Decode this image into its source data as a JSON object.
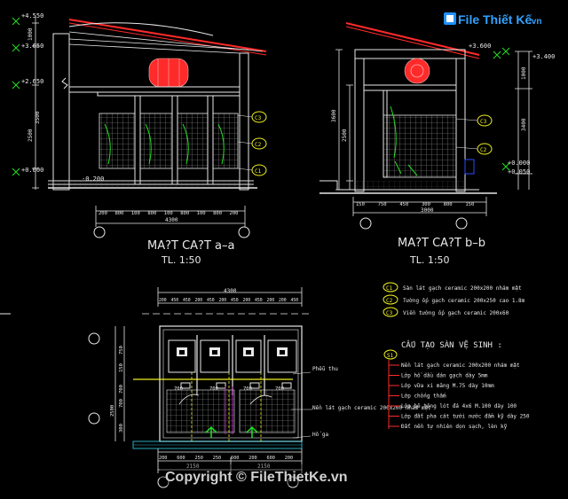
{
  "watermark": {
    "logo_text": "File Thiết Kế",
    "logo_suffix": ".vn",
    "footer": "Copyright © FileThietKe.vn"
  },
  "section_a": {
    "title": "MA?T CA?T a–a",
    "scale": "TL. 1:50",
    "levels": [
      "+4.550",
      "+3.650",
      "+2.650",
      "+0.000",
      "-0.200"
    ],
    "left_dims": [
      "1000",
      "2500",
      "3500"
    ],
    "bottom_dims": [
      "200",
      "800",
      "100",
      "800",
      "100",
      "800",
      "100",
      "800",
      "200"
    ],
    "bottom_total": "4300",
    "tags": [
      "C3",
      "C2",
      "C1"
    ]
  },
  "section_b": {
    "title": "MA?T CA?T b–b",
    "scale": "TL. 1:50",
    "levels": [
      "+3.600",
      "+3.400",
      "+0.050",
      "+0.000"
    ],
    "left_dims": [
      "3600",
      "2500"
    ],
    "right_dims": [
      "3400",
      "1000"
    ],
    "bottom_dims": [
      "150",
      "750",
      "450",
      "300",
      "800",
      "150"
    ],
    "bottom_total": "3000",
    "tags": [
      "C3",
      "C2"
    ]
  },
  "plan": {
    "top_total": "4300",
    "top_dims": [
      "200",
      "450",
      "450",
      "200",
      "450",
      "200",
      "450",
      "200",
      "450",
      "200",
      "200",
      "450"
    ],
    "left_dims": [
      "2500",
      "750",
      "150",
      "700",
      "700",
      "300"
    ],
    "inner_dims": [
      "700",
      "700",
      "700",
      "700"
    ],
    "bottom_dims": [
      "200",
      "600",
      "250",
      "250",
      "600",
      "200",
      "600",
      "200"
    ],
    "bottom_totals": [
      "2150",
      "2150"
    ],
    "callouts": [
      "Phễu thu",
      "Nền lát gạch ceramic 200x200 nhám mặt",
      "Hố ga"
    ]
  },
  "legend": {
    "items": [
      {
        "tag": "C1",
        "text": "Sàn lát gạch ceramic 200x200 nhám mặt"
      },
      {
        "tag": "C2",
        "text": "Tường ốp gạch ceramic 200x250 cao 1.8m"
      },
      {
        "tag": "C3",
        "text": "Viền tường ốp gạch ceramic 200x60"
      }
    ]
  },
  "floor_spec": {
    "title": "CẤU TẠO SÀN VỆ SINH :",
    "tag": "S1",
    "layers": [
      "Nền lát gạch ceramic 200x200 nhám mặt",
      "Lớp hồ dầu dán gạch dày 5mm",
      "Lớp vữa xi măng M.75 dày 10mm",
      "Lớp chống thấm",
      "Lớp bê tông lót đá 4x6 M.100 dày 100",
      "Lớp đất pha cát tưới nước đầm kỹ dày 250",
      "Đất nền tự nhiên dọn sạch, lèn kỹ"
    ]
  },
  "colors": {
    "bg": "#000000",
    "white": "#e8e8e8",
    "red": "#ff2a2a",
    "green": "#22e022",
    "yellow": "#f0f020",
    "cyan": "#33d6f0",
    "blue": "#2a4cff",
    "magenta": "#e030e0",
    "orange": "#ff9a20"
  }
}
